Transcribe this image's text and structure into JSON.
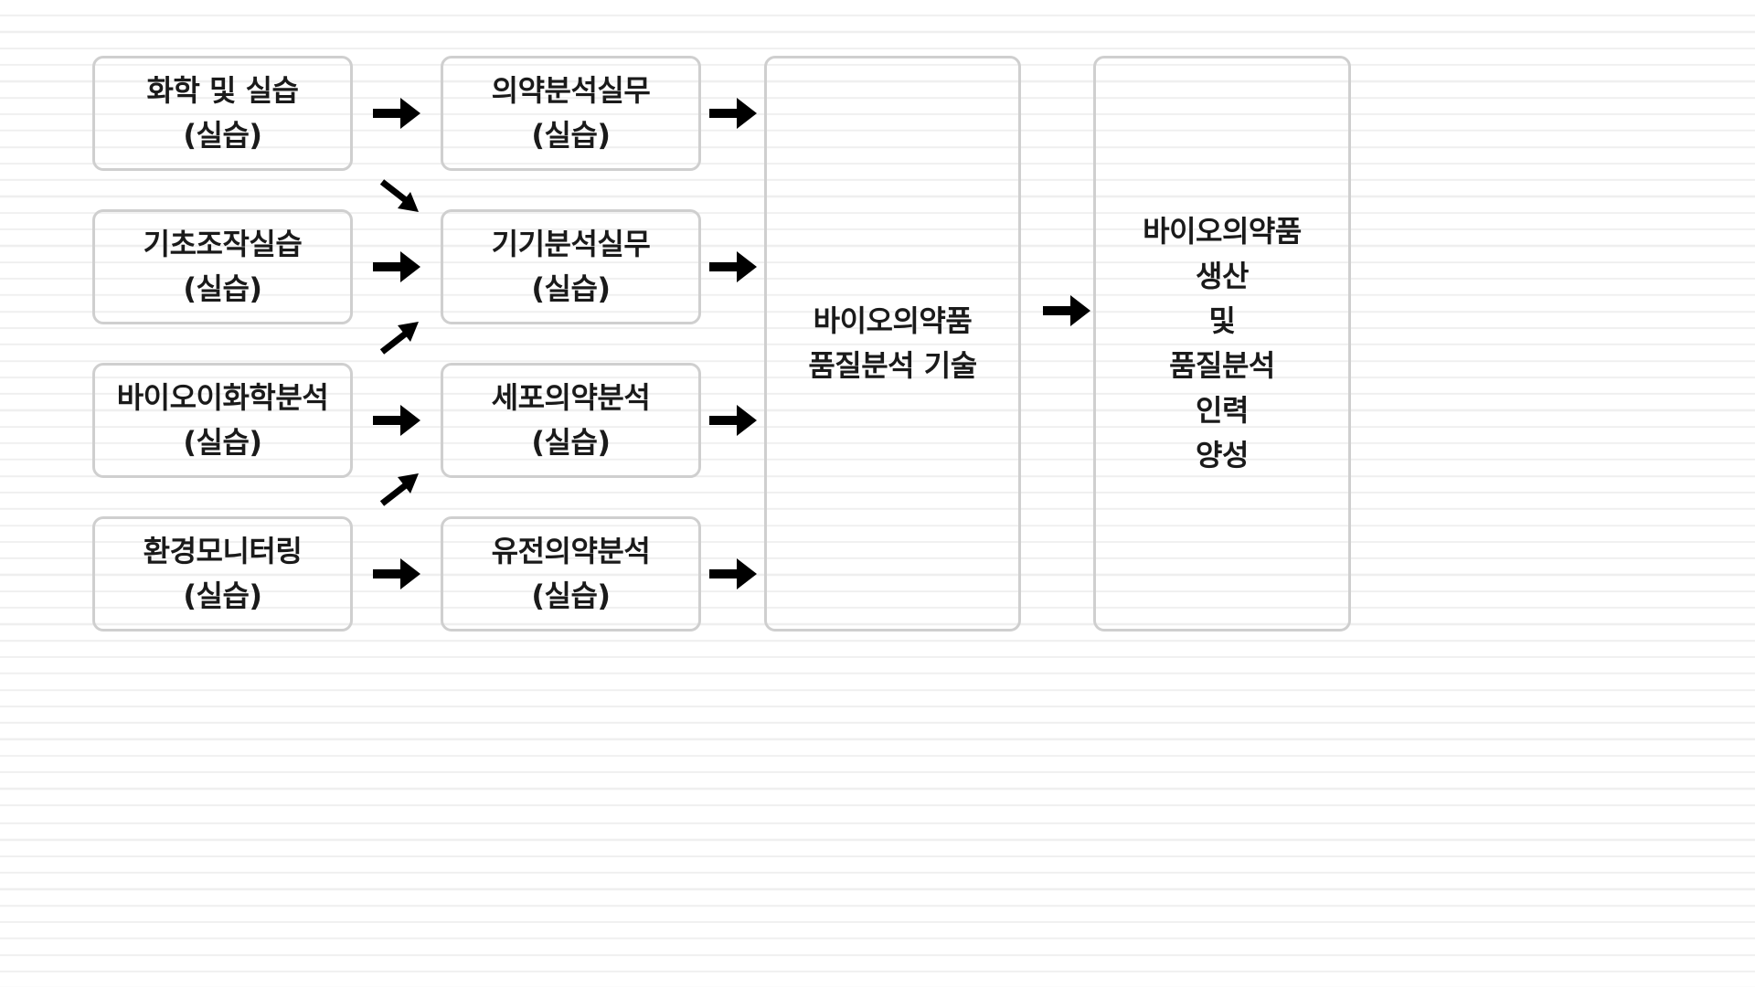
{
  "col1": [
    {
      "title": "화학 및 실습",
      "sub": "(실습)"
    },
    {
      "title": "기초조작실습",
      "sub": "(실습)"
    },
    {
      "title": "바이오이화학분석",
      "sub": "(실습)"
    },
    {
      "title": "환경모니터링",
      "sub": "(실습)"
    }
  ],
  "col2": [
    {
      "title": "의약분석실무",
      "sub": "(실습)"
    },
    {
      "title": "기기분석실무",
      "sub": "(실습)"
    },
    {
      "title": "세포의약분석",
      "sub": "(실습)"
    },
    {
      "title": "유전의약분석",
      "sub": "(실습)"
    }
  ],
  "col3": {
    "line1": "바이오의약품",
    "line2": "품질분석 기술"
  },
  "col4": {
    "line1": "바이오의약품",
    "line2": "생산",
    "line3": "및",
    "line4": "품질분석",
    "line5": "인력",
    "line6": "양성"
  },
  "colors": {
    "border": "#cfcfcf",
    "arrow": "#000000",
    "text": "#1a1a1a",
    "stripe": "#efefef"
  }
}
